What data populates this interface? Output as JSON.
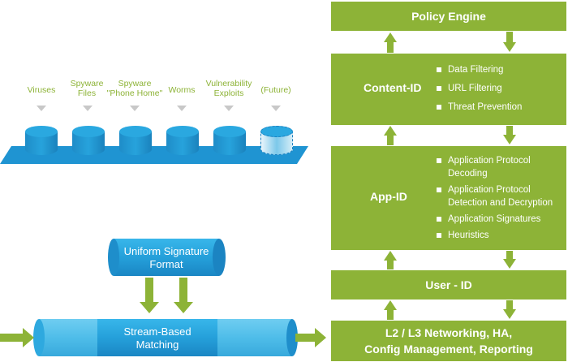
{
  "threats": [
    {
      "label": "Viruses"
    },
    {
      "label": "Spyware\nFiles"
    },
    {
      "label": "Spyware\n\"Phone Home\""
    },
    {
      "label": "Worms"
    },
    {
      "label": "Vulnerability\nExploits"
    },
    {
      "label": "(Future)"
    }
  ],
  "uniform_signature": "Uniform Signature\nFormat",
  "stream_matching": "Stream-Based\nMatching",
  "policy_engine": "Policy Engine",
  "content_id": {
    "title": "Content-ID",
    "items": [
      "Data Filtering",
      "URL Filtering",
      "Threat Prevention"
    ]
  },
  "app_id": {
    "title": "App-ID",
    "items": [
      "Application Protocol\nDecoding",
      "Application Protocol\nDetection and Decryption",
      "Application Signatures",
      "Heuristics"
    ]
  },
  "user_id": "User - ID",
  "l2l3": "L2 / L3 Networking, HA,\nConfig Management, Reporting",
  "colors": {
    "green": "#8db337",
    "blue": "#1f94d2",
    "gray_arrow": "#c8c8c8"
  }
}
